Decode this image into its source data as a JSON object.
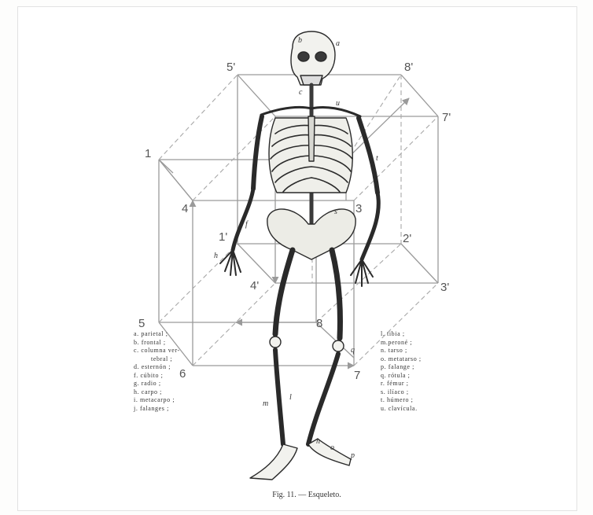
{
  "figure": {
    "caption": "Fig. 11. — Esqueleto.",
    "cube_labels": {
      "1": "1",
      "2": "2'",
      "3": "3",
      "4": "4",
      "5": "5",
      "6": "6",
      "7": "7",
      "8": "8",
      "1p": "1'",
      "3p": "3'",
      "4p": "4'",
      "5p": "5'",
      "7p": "7'",
      "8p": "8'"
    },
    "bone_letters": {
      "a": "a",
      "b": "b",
      "c": "c",
      "f": "f",
      "h": "h",
      "l": "l",
      "m": "m",
      "n": "n",
      "o": "o",
      "p": "p",
      "q": "q",
      "s": "s",
      "t": "t",
      "u": "u"
    },
    "legend_left": [
      "a. parietal ;",
      "b. frontal ;",
      "c. columna ver-",
      "tebral ;",
      "d. esternón ;",
      "f. cúbito ;",
      "g. radio ;",
      "h. carpo ;",
      "i. metacarpo ;",
      "j. falanges ;"
    ],
    "legend_right": [
      "l. tibia ;",
      "m.peroné ;",
      "n. tarso ;",
      "o. metatarso ;",
      "p. falange ;",
      "q. rótula ;",
      "r. fémur ;",
      "s. ilíaco ;",
      "t. húmero ;",
      "u. clavícula."
    ]
  }
}
